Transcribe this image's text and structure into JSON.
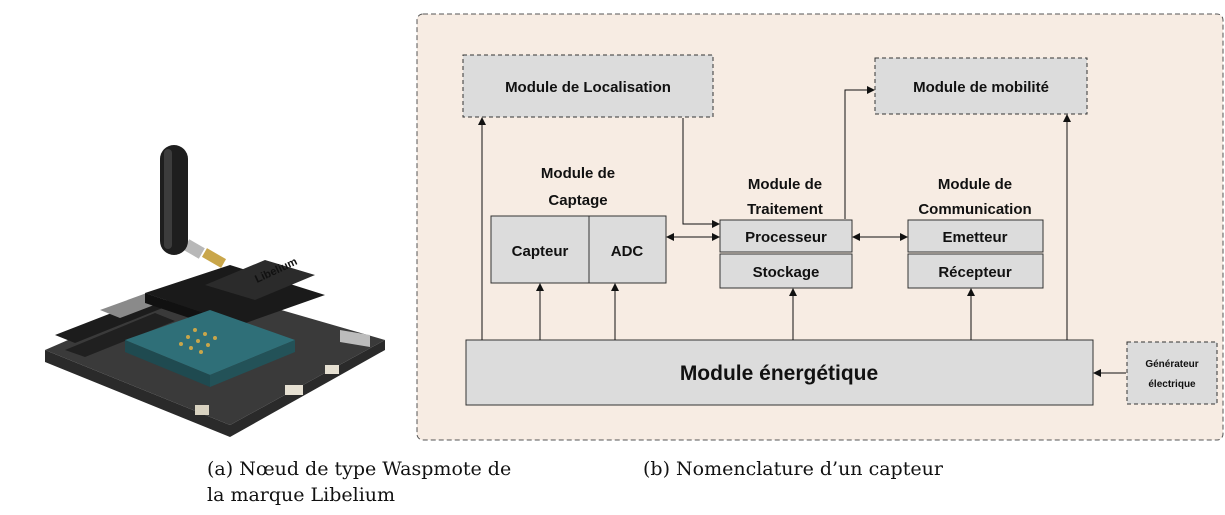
{
  "figure_a": {
    "caption_line1": "(a) Nœud de type Waspmote de",
    "caption_line2": "la marque Libelium",
    "board_logo": "Libelium"
  },
  "figure_b": {
    "caption": "(b) Nomenclature d’un capteur",
    "modules": {
      "localisation": "Module de Localisation",
      "mobilite": "Module de mobilité",
      "captage_line1": "Module de",
      "captage_line2": "Captage",
      "capteur": "Capteur",
      "adc": "ADC",
      "traitement_line1": "Module de",
      "traitement_line2": "Traitement",
      "processeur": "Processeur",
      "stockage": "Stockage",
      "communication_line1": "Module de",
      "communication_line2": "Communication",
      "emetteur": "Emetteur",
      "recepteur": "Récepteur",
      "energetique": "Module énergétique",
      "generateur_line1": "Générateur",
      "generateur_line2": "électrique"
    }
  }
}
